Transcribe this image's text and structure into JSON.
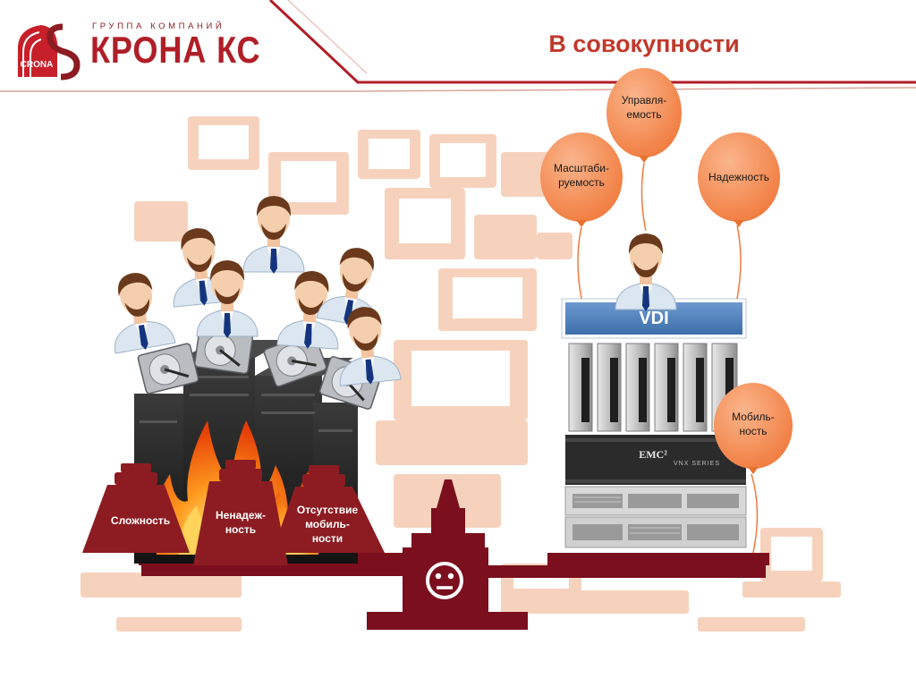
{
  "header": {
    "title": "В совокупности",
    "company_tagline": "ГРУППА КОМПАНИЙ",
    "company_name": "КРОНА КС",
    "logo_small_text": "CRONA"
  },
  "colors": {
    "brand_red": "#b01e27",
    "dark_red": "#7b0f1d",
    "balloon_orange": "#f7945f",
    "vdi_blue": "#4f81bd",
    "background_icons": "#f6d2bd"
  },
  "problems": {
    "weights": [
      {
        "label": "Сложность"
      },
      {
        "label": "Ненадеж-\nность"
      },
      {
        "label": "Отсутствие\nмобиль-\nности"
      }
    ]
  },
  "solution": {
    "platform_label": "VDI",
    "balloons": [
      {
        "label": "Управля-\nемость"
      },
      {
        "label": "Масштаби-\nруемость"
      },
      {
        "label": "Надежность"
      },
      {
        "label": "Мобиль-\nность"
      }
    ],
    "storage_brand": "EMC²",
    "storage_series": "VNX SERIES"
  },
  "scale": {
    "indicator_icon": "neutral-face-icon"
  }
}
